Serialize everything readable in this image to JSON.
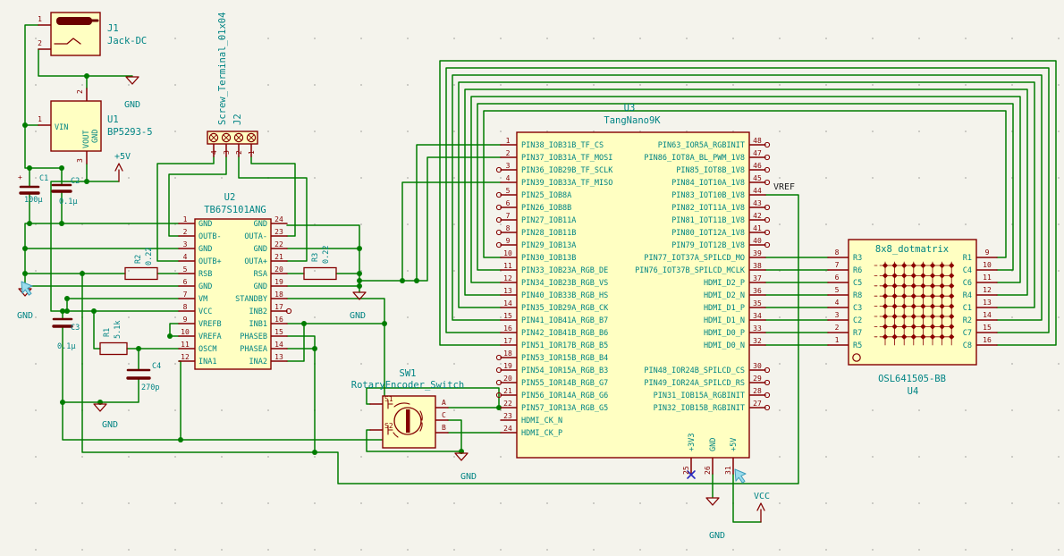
{
  "palette": {
    "background": "#F4F3EC",
    "wire_green": "#007C00",
    "body_fill": "#FFFFC2",
    "outline_red": "#840000",
    "pin_name_teal": "#008484",
    "no_connect_blue": "#2A2AC0",
    "cursor_blue": "#9BDCEC"
  },
  "components": {
    "J1": {
      "ref": "J1",
      "value": "Jack-DC",
      "pins": [
        "1",
        "2"
      ]
    },
    "U1": {
      "ref": "U1",
      "value": "BP5293-5",
      "pin_left_name": "VIN",
      "pin_bottom_name": "VOUT",
      "pin_top_name": "GND",
      "pin_numbers": [
        "1",
        "2",
        "3"
      ]
    },
    "J2": {
      "ref": "J2",
      "value": "Screw_Terminal_01x04",
      "pins": [
        "4",
        "3",
        "2",
        "1"
      ]
    },
    "U2": {
      "ref": "U2",
      "value": "TB67S101ANG",
      "left": [
        {
          "num": "1",
          "name": "GND"
        },
        {
          "num": "2",
          "name": "OUTB-"
        },
        {
          "num": "3",
          "name": "GND"
        },
        {
          "num": "4",
          "name": "OUTB+"
        },
        {
          "num": "5",
          "name": "RSB"
        },
        {
          "num": "6",
          "name": "GND"
        },
        {
          "num": "7",
          "name": "VM"
        },
        {
          "num": "8",
          "name": "VCC"
        },
        {
          "num": "9",
          "name": "VREFB"
        },
        {
          "num": "10",
          "name": "VREFA"
        },
        {
          "num": "11",
          "name": "OSCM"
        },
        {
          "num": "12",
          "name": "INA1"
        }
      ],
      "right": [
        {
          "num": "24",
          "name": "GND"
        },
        {
          "num": "23",
          "name": "OUTA-"
        },
        {
          "num": "22",
          "name": "GND"
        },
        {
          "num": "21",
          "name": "OUTA+"
        },
        {
          "num": "20",
          "name": "RSA"
        },
        {
          "num": "19",
          "name": "GND"
        },
        {
          "num": "18",
          "name": "STANDBY"
        },
        {
          "num": "17",
          "name": "INB2"
        },
        {
          "num": "16",
          "name": "INB1"
        },
        {
          "num": "15",
          "name": "PHASEB"
        },
        {
          "num": "14",
          "name": "PHASEA"
        },
        {
          "num": "13",
          "name": "INA2"
        }
      ]
    },
    "U3": {
      "ref": "U3",
      "value": "TangNano9K",
      "left": [
        {
          "num": "1",
          "name": "PIN38_IOB31B_TF_CS"
        },
        {
          "num": "2",
          "name": "PIN37_IOB31A_TF_MOSI"
        },
        {
          "num": "3",
          "name": "PIN36_IOB29B_TF_SCLK"
        },
        {
          "num": "4",
          "name": "PIN39_IOB33A_TF_MISO"
        },
        {
          "num": "5",
          "name": "PIN25_IOB8A"
        },
        {
          "num": "6",
          "name": "PIN26_IOB8B"
        },
        {
          "num": "7",
          "name": "PIN27_IOB11A"
        },
        {
          "num": "8",
          "name": "PIN28_IOB11B"
        },
        {
          "num": "9",
          "name": "PIN29_IOB13A"
        },
        {
          "num": "10",
          "name": "PIN30_IOB13B"
        },
        {
          "num": "11",
          "name": "PIN33_IOB23A_RGB_DE"
        },
        {
          "num": "12",
          "name": "PIN34_IOB23B_RGB_VS"
        },
        {
          "num": "13",
          "name": "PIN40_IOB33B_RGB_HS"
        },
        {
          "num": "14",
          "name": "PIN35_IOB29A_RGB_CK"
        },
        {
          "num": "15",
          "name": "PIN41_IOB41A_RGB_B7"
        },
        {
          "num": "16",
          "name": "PIN42_IOB41B_RGB_B6"
        },
        {
          "num": "17",
          "name": "PIN51_IOR17B_RGB_B5"
        },
        {
          "num": "18",
          "name": "PIN53_IOR15B_RGB_B4"
        },
        {
          "num": "19",
          "name": "PIN54_IOR15A_RGB_B3"
        },
        {
          "num": "20",
          "name": "PIN55_IOR14B_RGB_G7"
        },
        {
          "num": "21",
          "name": "PIN56_IOR14A_RGB_G6"
        },
        {
          "num": "22",
          "name": "PIN57_IOR13A_RGB_G5"
        },
        {
          "num": "23",
          "name": "HDMI_CK_N"
        },
        {
          "num": "24",
          "name": "HDMI_CK_P"
        }
      ],
      "right": [
        {
          "row": 1,
          "num": "48",
          "name": "PIN63_IOR5A_RGBINIT"
        },
        {
          "row": 2,
          "num": "47",
          "name": "PIN86_IOT8A_BL_PWM_1V8"
        },
        {
          "row": 3,
          "num": "46",
          "name": "PIN85_IOT8B_1V8"
        },
        {
          "row": 4,
          "num": "45",
          "name": "PIN84_IOT10A_1V8"
        },
        {
          "row": 5,
          "num": "44",
          "name": "PIN83_IOT10B_1V8"
        },
        {
          "row": 6,
          "num": "43",
          "name": "PIN82_IOT11A_1V8"
        },
        {
          "row": 7,
          "num": "42",
          "name": "PIN81_IOT11B_1V8"
        },
        {
          "row": 8,
          "num": "41",
          "name": "PIN80_IOT12A_1V8"
        },
        {
          "row": 9,
          "num": "40",
          "name": "PIN79_IOT12B_1V8"
        },
        {
          "row": 10,
          "num": "39",
          "name": "PIN77_IOT37A_SPILCD_MO"
        },
        {
          "row": 11,
          "num": "38",
          "name": "PIN76_IOT37B_SPILCD_MCLK"
        },
        {
          "row": 12,
          "num": "37",
          "name": "HDMI_D2_P"
        },
        {
          "row": 13,
          "num": "36",
          "name": "HDMI_D2_N"
        },
        {
          "row": 14,
          "num": "35",
          "name": "HDMI_D1_P"
        },
        {
          "row": 15,
          "num": "34",
          "name": "HDMI_D1_N"
        },
        {
          "row": 16,
          "num": "33",
          "name": "HDMI_D0_P"
        },
        {
          "row": 17,
          "num": "32",
          "name": "HDMI_D0_N"
        },
        {
          "row": 19,
          "num": "30",
          "name": "PIN48_IOR24B_SPILCD_CS"
        },
        {
          "row": 20,
          "num": "29",
          "name": "PIN49_IOR24A_SPILCD_RS"
        },
        {
          "row": 21,
          "num": "28",
          "name": "PIN31_IOB15A_RGBINIT"
        },
        {
          "row": 22,
          "num": "27",
          "name": "PIN32_IOB15B_RGBINIT"
        }
      ],
      "bottom": [
        {
          "num": "25",
          "name": "+3V3"
        },
        {
          "num": "26",
          "name": "GND"
        },
        {
          "num": "31",
          "name": "+5V"
        }
      ]
    },
    "SW1": {
      "ref": "SW1",
      "value": "RotaryEncoder_Switch",
      "left": [
        "S1",
        "S2"
      ],
      "right": [
        "A",
        "C",
        "B"
      ]
    },
    "U4": {
      "ref": "U4",
      "value": "OSL641505-BB",
      "title": "8x8_dotmatrix",
      "left": [
        {
          "num": "8",
          "name": "R3"
        },
        {
          "num": "7",
          "name": "R6"
        },
        {
          "num": "6",
          "name": "C5"
        },
        {
          "num": "5",
          "name": "R8"
        },
        {
          "num": "4",
          "name": "C3"
        },
        {
          "num": "3",
          "name": "C2"
        },
        {
          "num": "2",
          "name": "R7"
        },
        {
          "num": "1",
          "name": "R5"
        }
      ],
      "right": [
        {
          "num": "9",
          "name": "R1"
        },
        {
          "num": "10",
          "name": "C4"
        },
        {
          "num": "11",
          "name": "C6"
        },
        {
          "num": "12",
          "name": "R4"
        },
        {
          "num": "13",
          "name": "C1"
        },
        {
          "num": "14",
          "name": "R2"
        },
        {
          "num": "15",
          "name": "C7"
        },
        {
          "num": "16",
          "name": "C8"
        }
      ]
    },
    "R1": {
      "ref": "R1",
      "value": "5.1k"
    },
    "R2": {
      "ref": "R2",
      "value": "0.22"
    },
    "R3": {
      "ref": "R3",
      "value": "0.22"
    },
    "C1": {
      "ref": "C1",
      "value": "100µ",
      "plus": "+"
    },
    "C2": {
      "ref": "C2",
      "value": "0.1µ"
    },
    "C3": {
      "ref": "C3",
      "value": "0.1µ"
    },
    "C4": {
      "ref": "C4",
      "value": "270p"
    }
  },
  "net_labels": {
    "vref": "VREF",
    "plus5v": "+5V",
    "vcc": "VCC",
    "gnd": "GND"
  }
}
